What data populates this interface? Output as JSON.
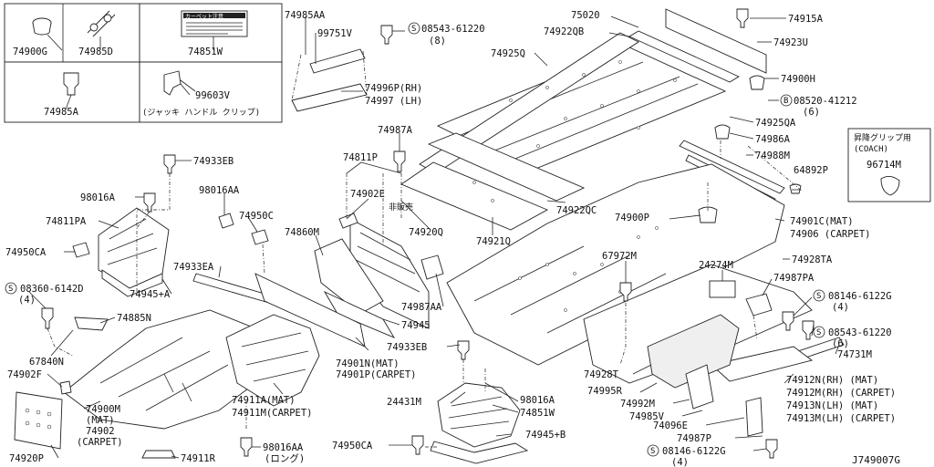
{
  "diagram": {
    "code": "J749007G",
    "legend_boxes": {
      "b1": "74900G",
      "b2": "74985D",
      "b3_label": "74851W",
      "b3_placard": "カーペット注意",
      "b4": "74985A",
      "b5_code": "99603V",
      "b5_note": "(ジャッキ ハンドル クリップ)"
    },
    "coach_box": {
      "title": "昇降グリップ用",
      "sub": "(COACH)",
      "part": "96714M"
    },
    "labels": {
      "p74985AA": "74985AA",
      "p99751V": "99751V",
      "p08543_61220_top": "08543-61220",
      "p08543_61220_top_qty": "(8)",
      "p74996P": "74996P(RH)",
      "p74997": "74997 (LH)",
      "p75020": "75020",
      "p74922QB": "74922QB",
      "p74925Q": "74925Q",
      "p74915A": "74915A",
      "p74923U": "74923U",
      "p74900H": "74900H",
      "p08520_41212": "08520-41212",
      "p08520_41212_qty": "(6)",
      "p74925QA": "74925QA",
      "p74986A": "74986A",
      "p74988M": "74988M",
      "p64892P": "64892P",
      "p74987A": "74987A",
      "p74811P": "74811P",
      "p74902E": "74902E",
      "p_hihanbai": "非販売",
      "p74920Q": "74920Q",
      "p74921Q": "74921Q",
      "p74922QC": "74922QC",
      "p74933EB_top": "74933EB",
      "p98016A_top": "98016A",
      "p74811PA": "74811PA",
      "p98016AA_top": "98016AA",
      "p74950C": "74950C",
      "p74950CA_left": "74950CA",
      "p74933EA": "74933EA",
      "p74860M": "74860M",
      "p74945A": "74945+A",
      "p08360_6142D": "08360-6142D",
      "p08360_qty": "(4)",
      "p74885N": "74885N",
      "p67840N": "67840N",
      "p74902F": "74902F",
      "p74900P": "74900P",
      "p67972M": "67972M",
      "p74901C": "74901C(MAT)",
      "p74906": "74906 (CARPET)",
      "p74928TA": "74928TA",
      "p24274M": "24274M",
      "p74987PA": "74987PA",
      "p08146_6122G_r": "08146-6122G",
      "p08146_qty_r": "(4)",
      "p08543_61220_r": "08543-61220",
      "p08543_qty_r": "(6)",
      "p74731M": "74731M",
      "p74987AA": "74987AA",
      "p74945": "74945",
      "p74933EB_mid": "74933EB",
      "p74928T": "74928T",
      "p74901N": "74901N(MAT)",
      "p74901P": "74901P(CARPET)",
      "p74911A": "74911A(MAT)",
      "p74911M": "74911M(CARPET)",
      "p24431M": "24431M",
      "p98016A_mid": "98016A",
      "p74851W_mid": "74851W",
      "p74995R": "74995R",
      "p74992M": "74992M",
      "p74985V": "74985V",
      "p74096E": "74096E",
      "p74987P": "74987P",
      "p74912N": "74912N(RH) (MAT)",
      "p74912M": "74912M(RH) (CARPET)",
      "p74913N": "74913N(LH) (MAT)",
      "p74913M": "74913M(LH) (CARPET)",
      "p74900M": "74900M",
      "p74900M_mat": "(MAT)",
      "p74902": "74902",
      "p74902_carpet": "(CARPET)",
      "p74920P": "74920P",
      "p74911R": "74911R",
      "p98016AA_bot": "98016AA",
      "p98016AA_bot_note": "(ロング)",
      "p74950CA_bot": "74950CA",
      "p74945B": "74945+B",
      "p08146_6122G_b": "08146-6122G",
      "p08146_qty_b": "(4)",
      "circle_s": "S",
      "circle_b": "B"
    }
  }
}
